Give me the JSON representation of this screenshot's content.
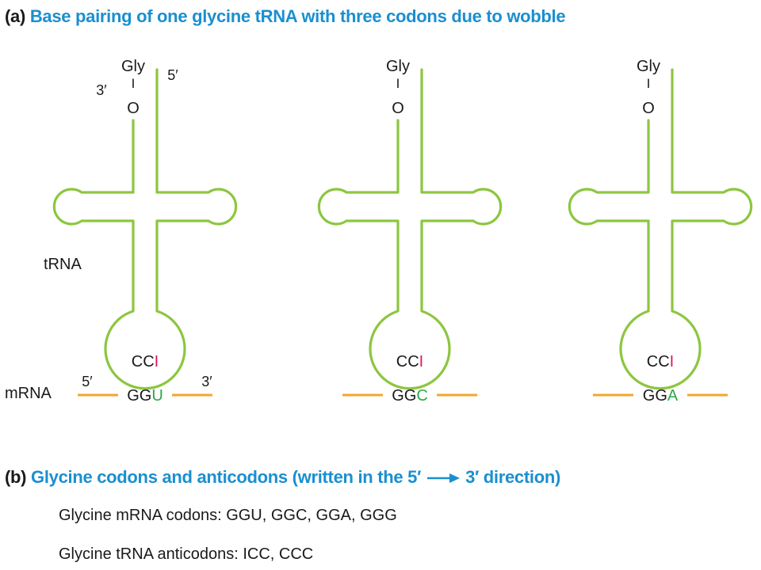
{
  "part_a": {
    "letter": "(a)",
    "title": "Base pairing of one glycine tRNA with three codons due to wobble"
  },
  "labels": {
    "trna": "tRNA",
    "mrna": "mRNA",
    "amino_acid": "Gly",
    "bond": "I",
    "oxygen": "O",
    "three_prime": "3′",
    "five_prime": "5′"
  },
  "trnas": [
    {
      "anticodon_fixed": "CC",
      "anticodon_wobble": "I",
      "codon_fixed": "GG",
      "codon_wobble": "U",
      "show_end_labels": true
    },
    {
      "anticodon_fixed": "CC",
      "anticodon_wobble": "I",
      "codon_fixed": "GG",
      "codon_wobble": "C",
      "show_end_labels": false
    },
    {
      "anticodon_fixed": "CC",
      "anticodon_wobble": "I",
      "codon_fixed": "GG",
      "codon_wobble": "A",
      "show_end_labels": false
    }
  ],
  "part_b": {
    "letter": "(b)",
    "title_before": "Glycine codons and anticodons (written in the 5′",
    "title_after": "3′ direction)",
    "codons_line": "Glycine mRNA codons: GGU, GGC, GGA, GGG",
    "anticodons_line": "Glycine tRNA anticodons: ICC, CCC"
  },
  "colors": {
    "trna": "#8cc63f",
    "mrna": "#f2a72b",
    "wobble_anticodon": "#e0195b",
    "wobble_codon": "#2aa84a",
    "title": "#1a8fd0",
    "text": "#1a1a1a"
  }
}
